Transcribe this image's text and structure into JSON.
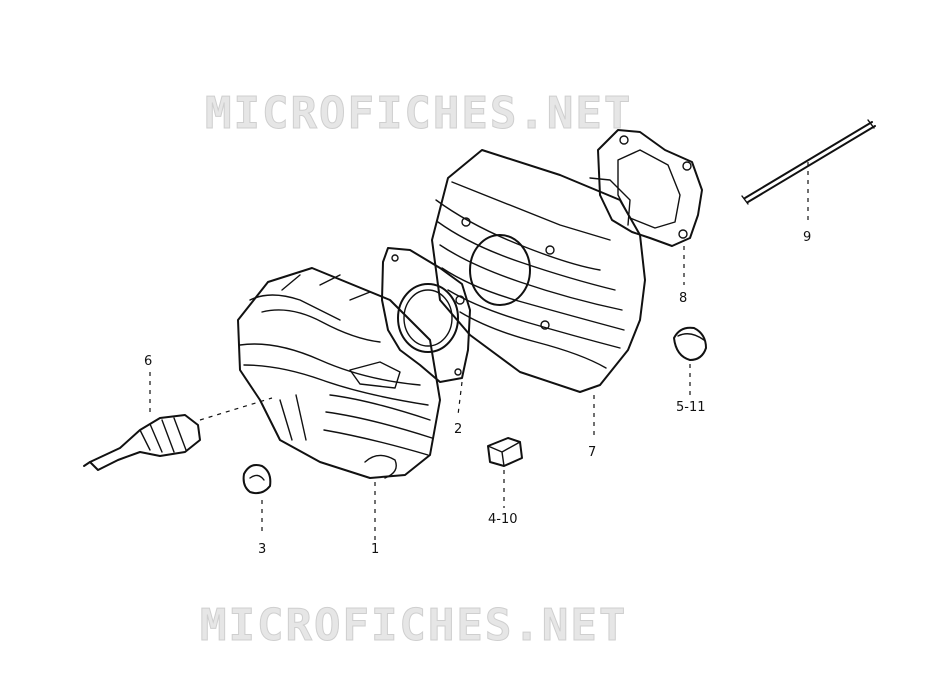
{
  "watermark": {
    "top": "MICROFICHES.NET",
    "bottom": "MICROFICHES.NET"
  },
  "callouts": [
    {
      "id": "1",
      "text": "1"
    },
    {
      "id": "2",
      "text": "2"
    },
    {
      "id": "3",
      "text": "3"
    },
    {
      "id": "4-10",
      "text": "4-10"
    },
    {
      "id": "5-11",
      "text": "5-11"
    },
    {
      "id": "6",
      "text": "6"
    },
    {
      "id": "7",
      "text": "7"
    },
    {
      "id": "8",
      "text": "8"
    },
    {
      "id": "9",
      "text": "9"
    }
  ],
  "colors": {
    "ink": "#111111",
    "watermark": "#e6e6e6",
    "background": "#ffffff"
  }
}
